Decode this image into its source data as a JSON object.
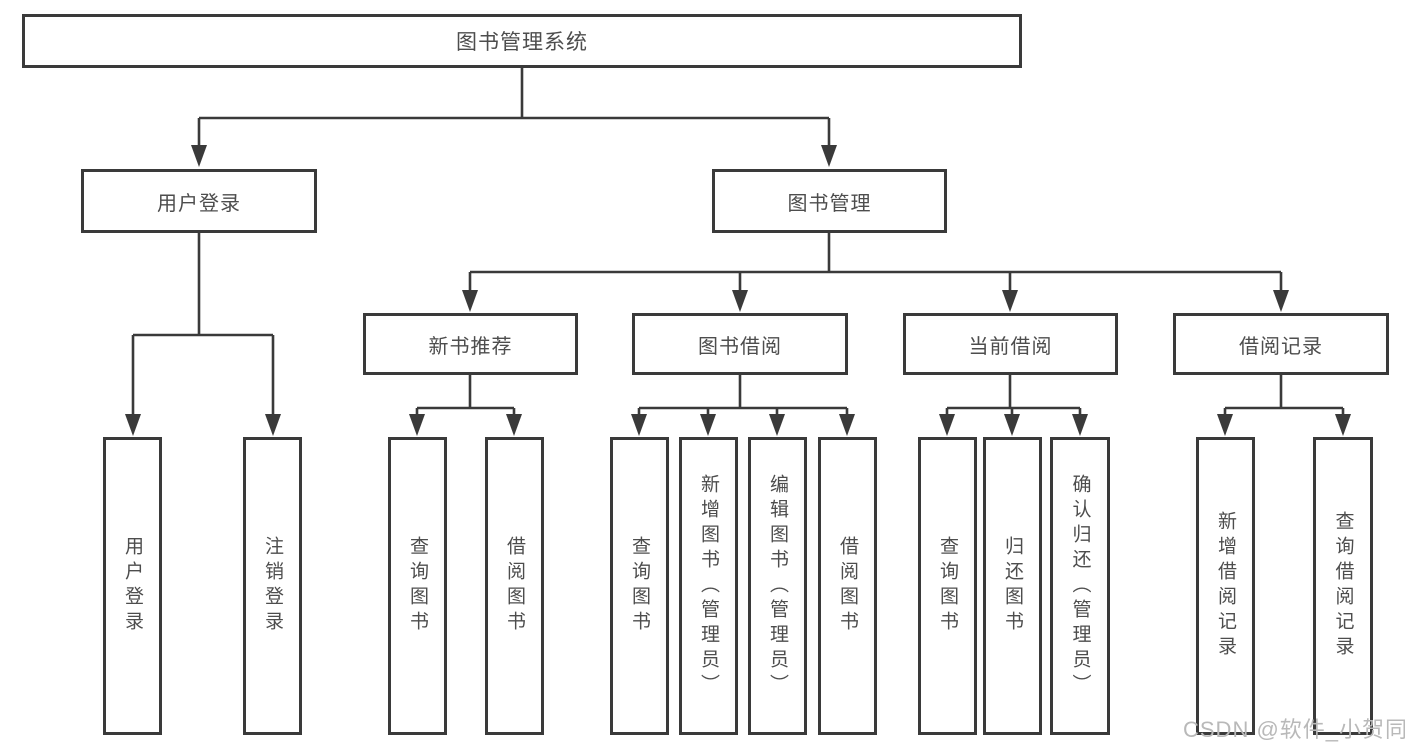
{
  "title": {
    "label": "图书管理系统"
  },
  "branches": [
    {
      "label": "用户登录",
      "leaves": [
        "用户登录",
        "注销登录"
      ]
    },
    {
      "label": "图书管理",
      "groups": [
        {
          "label": "新书推荐",
          "leaves": [
            "查询图书",
            "借阅图书"
          ]
        },
        {
          "label": "图书借阅",
          "leaves": [
            "查询图书",
            "新增图书（管理员）",
            "编辑图书（管理员）",
            "借阅图书"
          ]
        },
        {
          "label": "当前借阅",
          "leaves": [
            "查询图书",
            "归还图书",
            "确认归还（管理员）"
          ]
        },
        {
          "label": "借阅记录",
          "leaves": [
            "新增借阅记录",
            "查询借阅记录"
          ]
        }
      ]
    }
  ],
  "watermark": {
    "text": "CSDN @软件_小贺同学",
    "color": "#b9b9b9"
  },
  "colors": {
    "line": "#3a3a3a",
    "text": "#4d4d4d",
    "page_background": "#ffffff",
    "box_background": "#ffffff"
  }
}
